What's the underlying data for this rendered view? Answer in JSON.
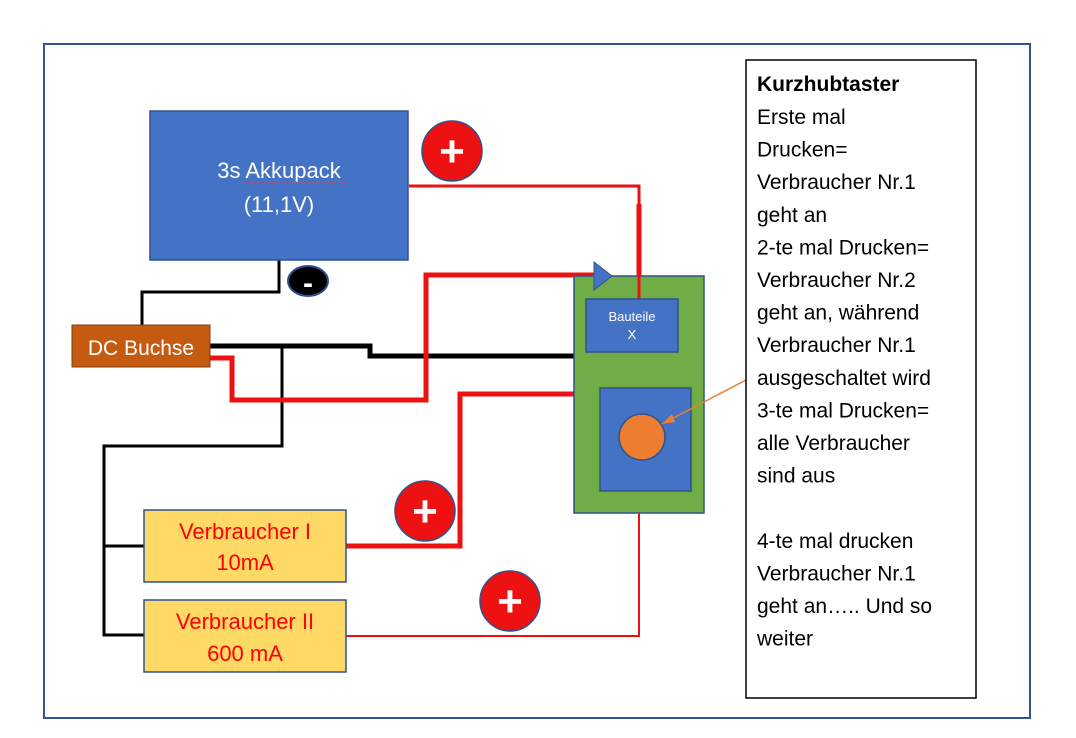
{
  "battery": {
    "line1": "3s Akkupack",
    "line2": "(11,1V)"
  },
  "dc_jack": {
    "label": "DC Buchse"
  },
  "component_x": {
    "line1": "Bauteile",
    "line2": "X"
  },
  "load_1": {
    "line1": "Verbraucher I",
    "line2": "10mA"
  },
  "load_2": {
    "line1": "Verbraucher II",
    "line2": "600 mA"
  },
  "symbols": {
    "plus": "+",
    "minus": "-"
  },
  "notes": {
    "title": "Kurzhubtaster",
    "lines": [
      "Erste mal",
      "Drucken=",
      "Verbraucher Nr.1",
      "geht an",
      "2-te mal Drucken=",
      "Verbraucher Nr.2",
      "geht an, während",
      "Verbraucher Nr.1",
      "ausgeschaltet wird",
      "3-te mal Drucken=",
      "alle Verbraucher",
      "sind aus",
      "",
      "4-te mal drucken",
      "Verbraucher Nr.1",
      "geht an….. Und so",
      "weiter"
    ]
  },
  "colors": {
    "battery_fill": "#4472c4",
    "dc_jack_fill": "#c55a11",
    "board_fill": "#70ad47",
    "load_fill": "#ffd966",
    "load_text": "#ff0000",
    "wire_positive": "#ee1111",
    "wire_negative": "#000000",
    "button_fill": "#ed7d31",
    "frame": "#2f5597"
  }
}
